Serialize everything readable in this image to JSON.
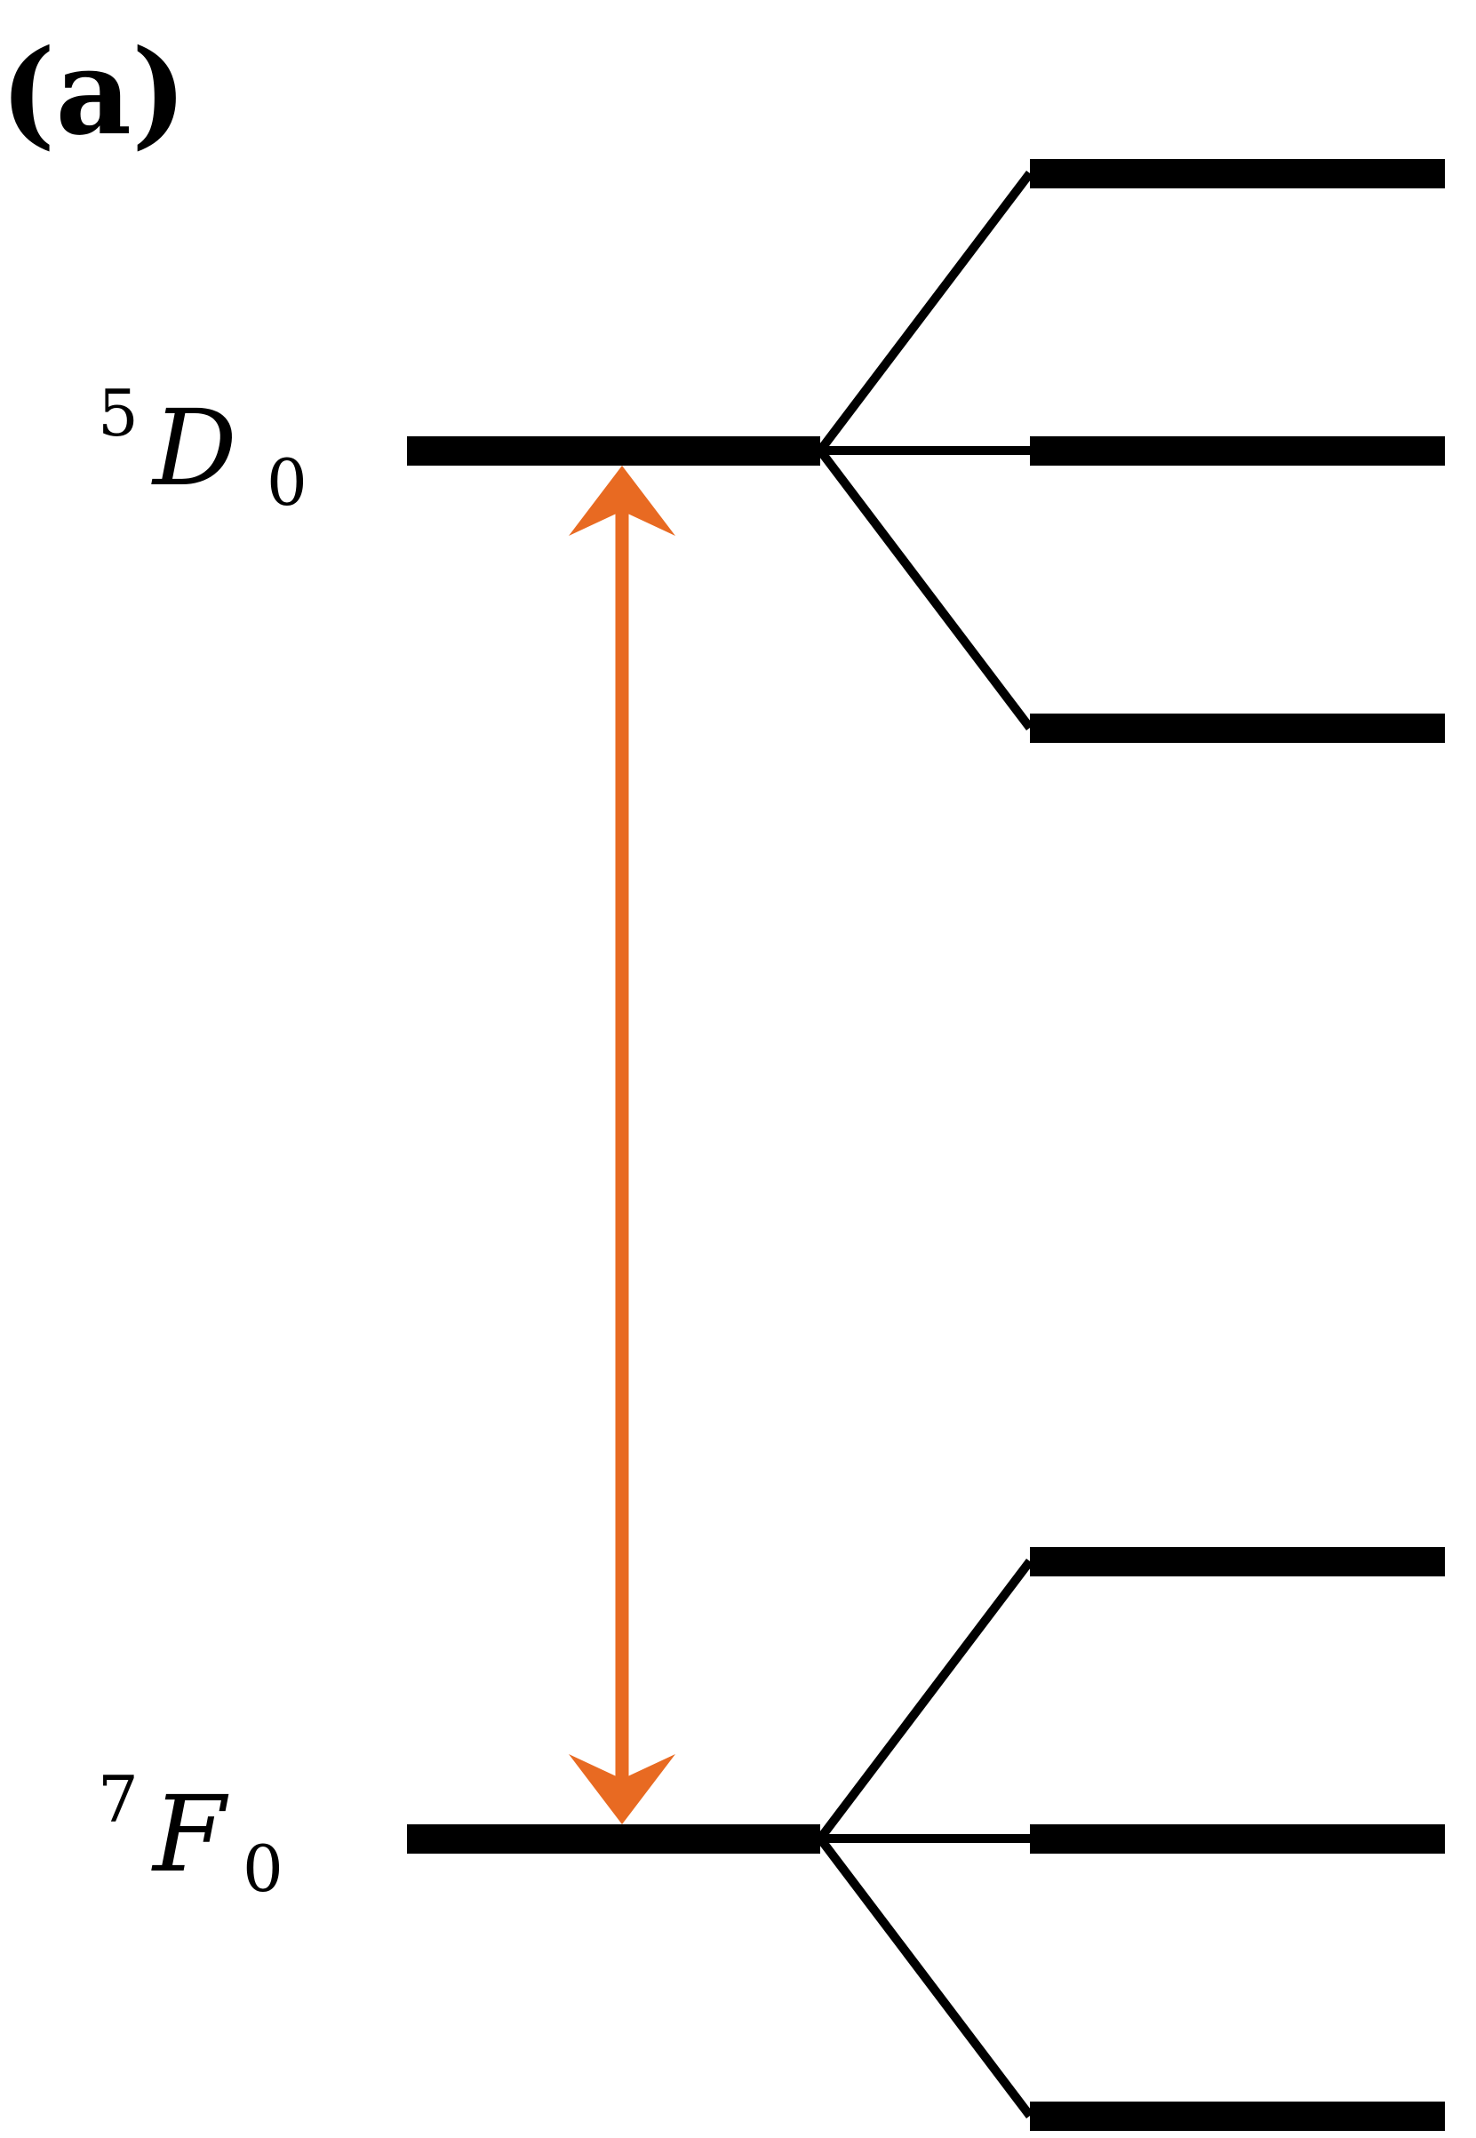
{
  "panel_label": "(a)",
  "colors": {
    "level": "#000000",
    "transition_arrow": "#e86a22",
    "background": "#ffffff"
  },
  "upper_level": {
    "superscript": "5",
    "term": "D",
    "subscript": "0"
  },
  "lower_level": {
    "superscript": "7",
    "term": "F",
    "subscript": "0"
  },
  "split_sublevels_per_level": 3,
  "transition": {
    "type": "double-headed-arrow",
    "connects": [
      "5D0",
      "7F0"
    ]
  }
}
